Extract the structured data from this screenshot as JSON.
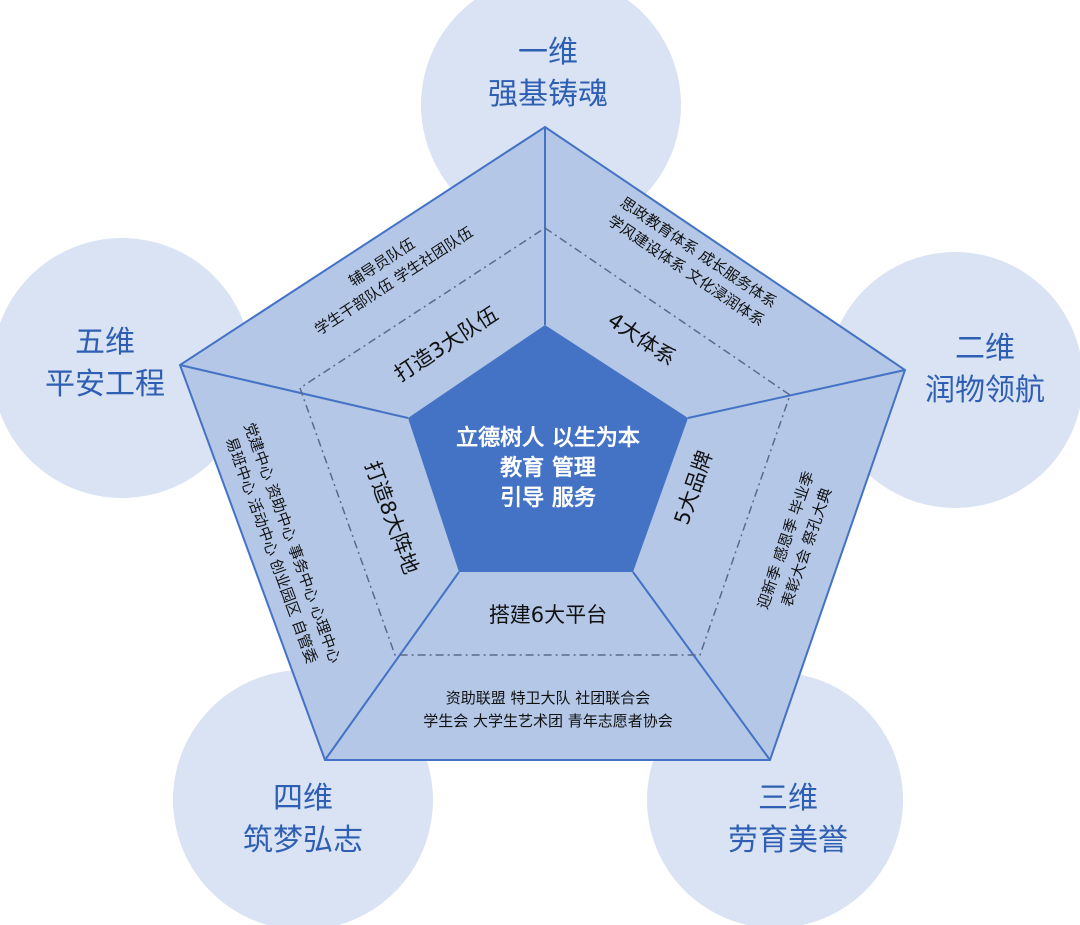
{
  "dimensions": [
    {
      "line1": "一维",
      "line2": "强基铸魂"
    },
    {
      "line1": "二维",
      "line2": "润物领航"
    },
    {
      "line1": "三维",
      "line2": "劳育美誉"
    },
    {
      "line1": "四维",
      "line2": "筑梦弘志"
    },
    {
      "line1": "五维",
      "line2": "平安工程"
    }
  ],
  "center": {
    "line1": "立德树人 以生为本",
    "line2": "教育 管理",
    "line3": "引导 服务"
  },
  "segments": {
    "teams": {
      "title": "打造3大队伍",
      "line1": "辅导员队伍",
      "line2": "学生干部队伍  学生社团队伍"
    },
    "systems": {
      "title": "4大体系",
      "line1": "思政教育体系  成长服务体系",
      "line2": "学风建设体系  文化浸润体系"
    },
    "brands": {
      "title": "5大品牌",
      "line1": "迎新季 感恩季 毕业季",
      "line2": "表彰大会 祭孔大典"
    },
    "platforms": {
      "title": "搭建6大平台",
      "line1": "资助联盟  特卫大队  社团联合会",
      "line2": "学生会  大学生艺术团  青年志愿者协会"
    },
    "bases": {
      "title": "打造8大阵地",
      "line1": "党建中心  资助中心  事务中心  心理中心",
      "line2": "易班中心  活动中心  创业园区  自管委"
    }
  }
}
